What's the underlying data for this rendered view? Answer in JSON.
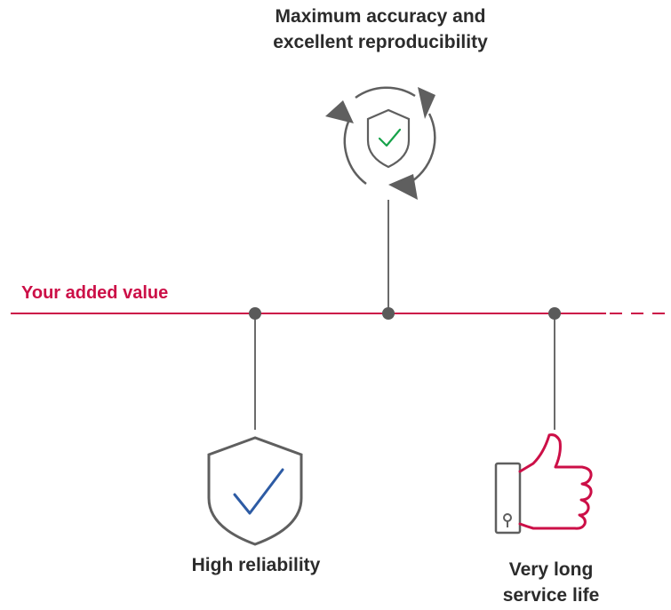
{
  "main_line_label": "Your added value",
  "benefits": {
    "top": {
      "line1": "Maximum accuracy and",
      "line2": "excellent reproducibility"
    },
    "left": {
      "line1": "High reliability"
    },
    "right": {
      "line1": "Very long",
      "line2": "service life"
    }
  },
  "icons": {
    "top": "cycle-shield-check-icon",
    "left": "shield-check-icon",
    "right": "thumbs-up-icon"
  },
  "colors": {
    "accent": "#cc0f47",
    "line_gray": "#6b6b6b",
    "dot_gray": "#5a5a5a",
    "icon_gray": "#5f5f5f",
    "check_green": "#17a24a",
    "check_blue": "#2d5ba4",
    "text": "#2b2b2b"
  }
}
